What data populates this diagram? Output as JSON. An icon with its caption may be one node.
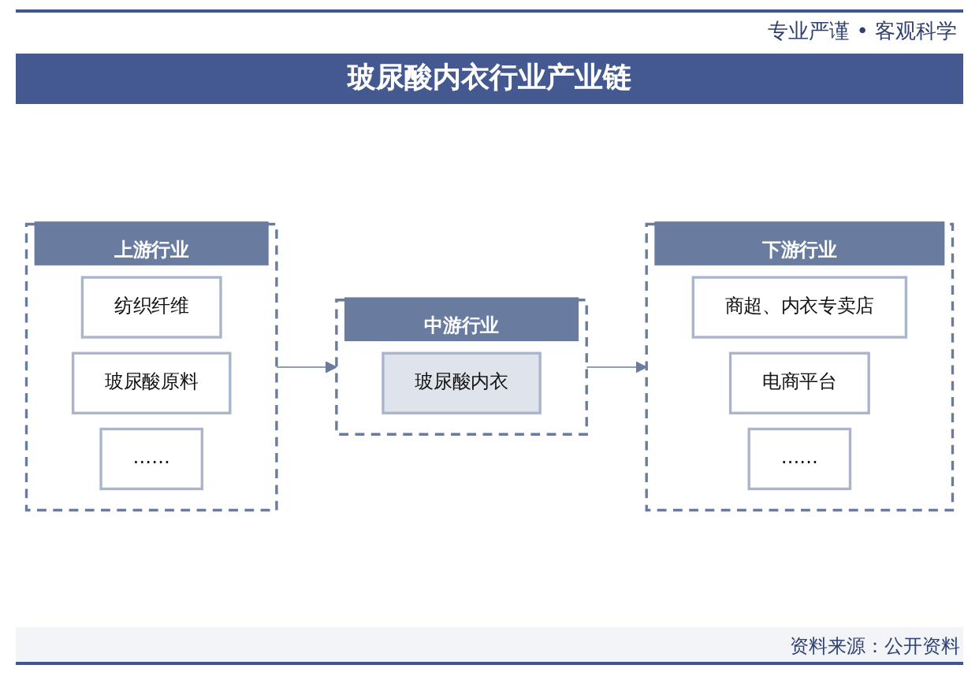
{
  "diagram": {
    "title": "玻尿酸内衣行业产业链",
    "nodes": [
      {
        "text": [
          "上游行业"
        ]
      },
      {
        "text": [
          "纺织纤维"
        ],
        "in": 0
      },
      {
        "text": [
          "玻尿酸原料"
        ],
        "in": 0
      },
      {
        "text": [
          "……"
        ],
        "in": 0
      },
      {
        "text": [
          "中游行业"
        ]
      },
      {
        "text": [
          "玻尿酸内衣"
        ],
        "in": 4
      },
      {
        "text": [
          "下游行业"
        ]
      },
      {
        "text": [
          "商超、内衣专卖店"
        ],
        "in": 6
      },
      {
        "text": [
          "电商平台"
        ],
        "in": 6
      },
      {
        "text": [
          "……"
        ],
        "in": 6
      }
    ],
    "edges": [
      {
        "from": 0,
        "to": 4,
        "arrow": "to"
      },
      {
        "from": 4,
        "to": 6,
        "arrow": "to"
      }
    ],
    "labels": [
      "专业严谨 • 客观科学",
      "资料来源：公开资料"
    ]
  }
}
